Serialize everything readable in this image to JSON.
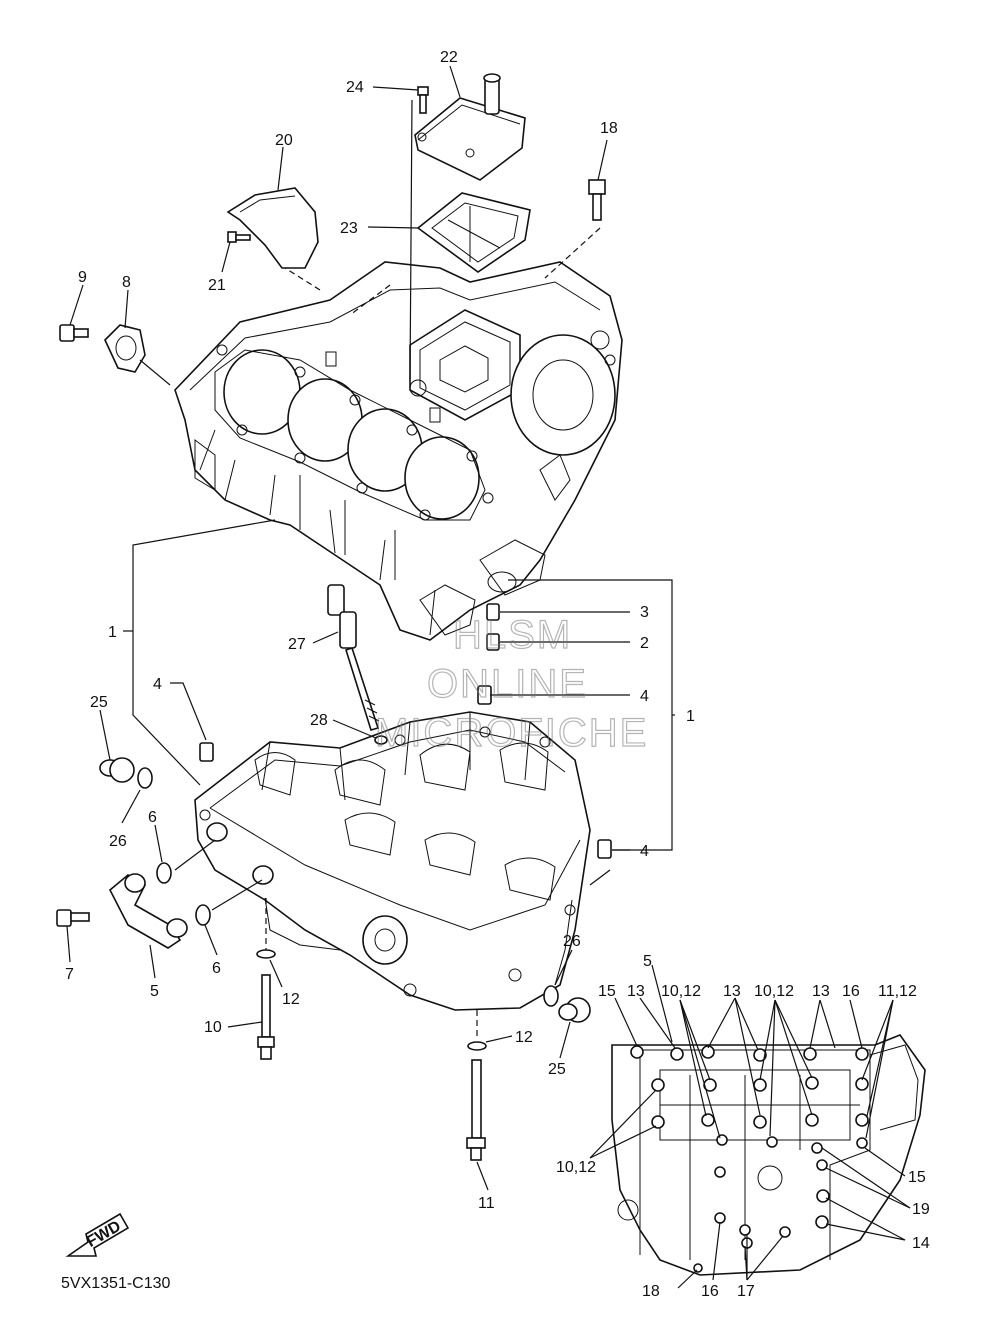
{
  "diagram_code": "5VX1351-C130",
  "fwd_label": "FWD",
  "watermark": [
    "HLSM",
    "ONLINE",
    "MICROFICHE"
  ],
  "callouts": {
    "c1a": "1",
    "c1b": "1",
    "c2": "2",
    "c3": "3",
    "c4a": "4",
    "c4b": "4",
    "c4c": "4",
    "c5a": "5",
    "c5b": "5",
    "c6a": "6",
    "c6b": "6",
    "c7": "7",
    "c8": "8",
    "c9": "9",
    "c10": "10",
    "c11": "11",
    "c12a": "12",
    "c12b": "12",
    "c18a": "18",
    "c18b": "18",
    "c20": "20",
    "c21": "21",
    "c22": "22",
    "c23": "23",
    "c24": "24",
    "c25a": "25",
    "c25b": "25",
    "c26a": "26",
    "c26b": "26",
    "c27": "27",
    "c28": "28"
  },
  "inset_callouts": {
    "i15a": "15",
    "i13a": "13",
    "i1012a": "10,12",
    "i13b": "13",
    "i1012b": "10,12",
    "i13c": "13",
    "i16a": "16",
    "i1112": "11,12",
    "i1012c": "10,12",
    "i15b": "15",
    "i19": "19",
    "i14": "14",
    "i16b": "16",
    "i17": "17"
  }
}
